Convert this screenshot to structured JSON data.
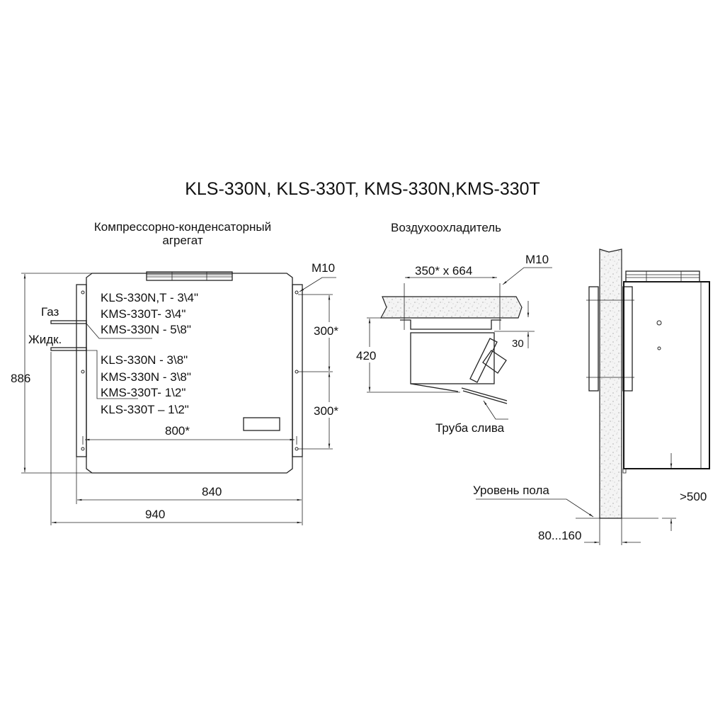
{
  "title": "KLS-330N, KLS-330T, KMS-330N,KMS-330T",
  "condensing_unit": {
    "heading_line1": "Компрессорно-конденсаторный",
    "heading_line2": "агрегат",
    "gas_label": "Газ",
    "liquid_label": "Жидк.",
    "gas_sizes": [
      "KLS-330N,T - 3\\4\"",
      "KMS-330T- 3\\4\"",
      "KMS-330N - 5\\8\""
    ],
    "liquid_sizes": [
      "KLS-330N - 3\\8\"",
      "KMS-330N - 3\\8\"",
      "KMS-330T- 1\\2\"",
      "KLS-330T – 1\\2\""
    ],
    "dim_height": "886",
    "dim_width_inner": "840",
    "dim_width_outer": "940",
    "dim_mount_width": "800*",
    "dim_mount_top": "300*",
    "dim_mount_bottom": "300*",
    "bolt_label": "M10"
  },
  "air_cooler": {
    "heading": "Воздухоохладитель",
    "dim_mount": "350* x 664",
    "bolt_label": "M10",
    "dim_height": "420",
    "dim_gap": "30",
    "drain_label": "Труба слива"
  },
  "wall_view": {
    "floor_label": "Уровень  пола",
    "dim_floor": ">500",
    "dim_wall": "80...160"
  }
}
